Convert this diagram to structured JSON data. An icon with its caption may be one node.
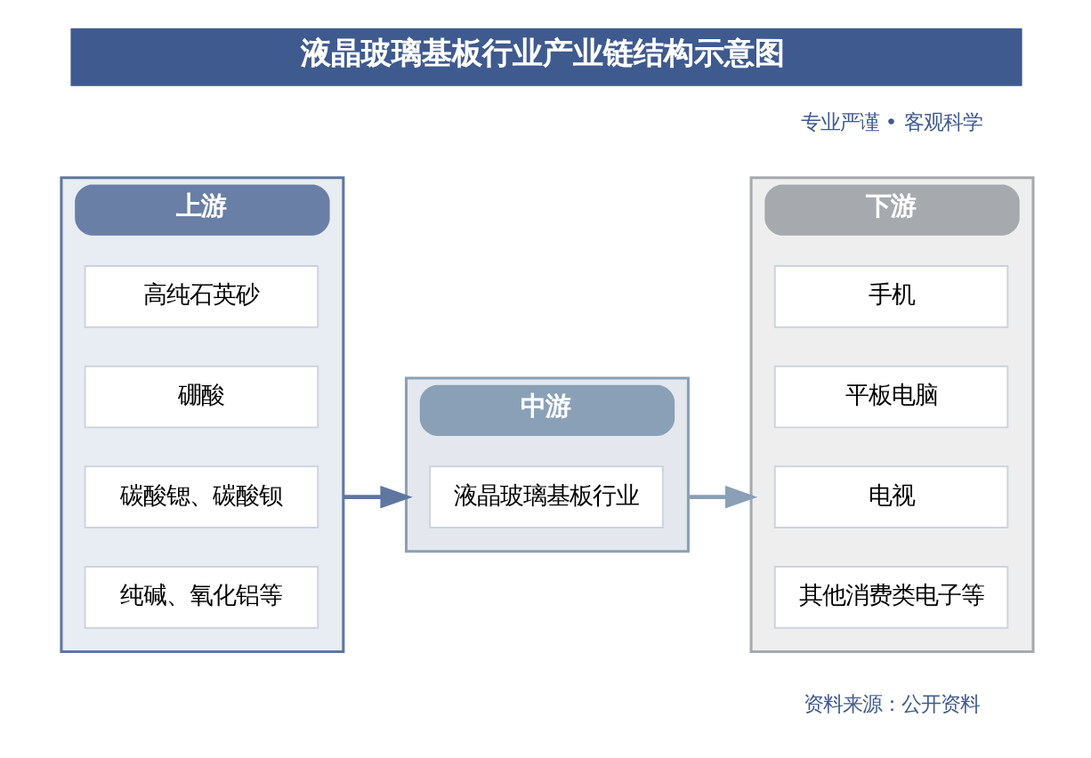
{
  "diagram": {
    "title": "液晶玻璃基板行业产业链结构示意图",
    "nodes": [
      {
        "text": [
          "上游"
        ]
      },
      {
        "text": [
          "高纯石英砂"
        ],
        "in": 0
      },
      {
        "text": [
          "硼酸"
        ],
        "in": 0
      },
      {
        "text": [
          "碳酸锶、碳酸钡"
        ],
        "in": 0
      },
      {
        "text": [
          "纯碱、氧化铝等"
        ],
        "in": 0
      },
      {
        "text": [
          "中游"
        ]
      },
      {
        "text": [
          "液晶玻璃基板行业"
        ],
        "in": 5
      },
      {
        "text": [
          "下游"
        ]
      },
      {
        "text": [
          "手机"
        ],
        "in": 7
      },
      {
        "text": [
          "平板电脑"
        ],
        "in": 7
      },
      {
        "text": [
          "电视"
        ],
        "in": 7
      },
      {
        "text": [
          "其他消费类电子等"
        ],
        "in": 7
      }
    ],
    "edges": [
      {
        "from": 0,
        "to": 5,
        "arrow": "to",
        "color": "#5f77a0"
      },
      {
        "from": 5,
        "to": 7,
        "arrow": "to",
        "color": "#8aa0b6"
      }
    ],
    "labels": [
      "专业严谨 • 客观科学",
      "资料来源：公开资料"
    ]
  }
}
